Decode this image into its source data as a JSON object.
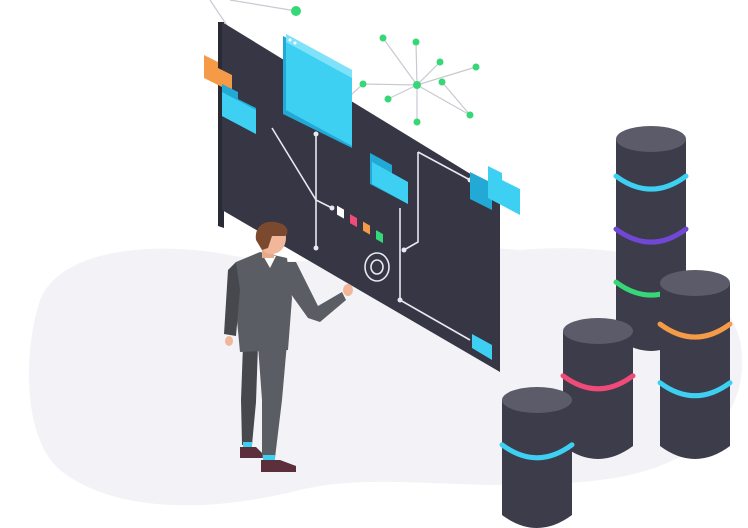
{
  "scene": {
    "kind": "isometric-illustration",
    "subjects": [
      "businessman-figure",
      "holographic-screen",
      "server-racks",
      "network-graph"
    ]
  },
  "colors": {
    "background": "#ffffff",
    "floor_blob": "#f3f3f7",
    "screen": "#363644",
    "screen_side": "#2a2a35",
    "screen_line": "#e8e8f0",
    "cyan": "#3ed0f2",
    "cyan_dark": "#22a9d6",
    "orange": "#f59a47",
    "pink": "#f04b78",
    "purple": "#7148d6",
    "green": "#36d778",
    "server_body": "#3c3c4a",
    "server_top": "#5b5b69",
    "suit": "#5a5d63",
    "suit_dark": "#46484d",
    "skin": "#f2b79a",
    "hair": "#7b4a2e",
    "shoe": "#5b2f3c"
  },
  "icons": {
    "folder": "folder-icon",
    "window": "browser-window-icon",
    "target": "target-icon",
    "network": "network-graph-icon"
  },
  "swatches": [
    "#ffffff",
    "#f04b78",
    "#f59a47",
    "#36d778"
  ]
}
